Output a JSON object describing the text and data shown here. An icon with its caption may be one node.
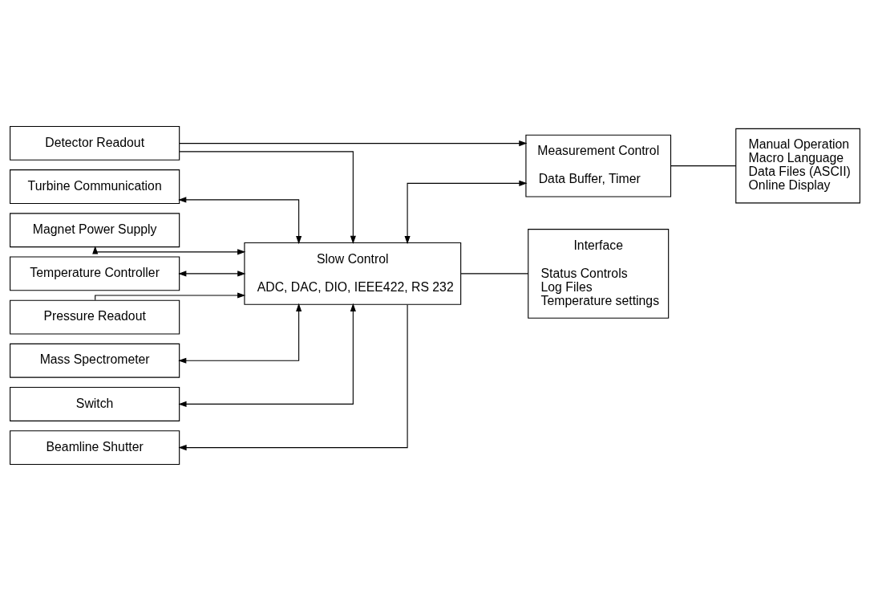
{
  "diagram": {
    "nodes": [
      {
        "text": [
          "Turbine Communication"
        ]
      },
      {
        "text": [
          "Magnet Power Supply"
        ]
      },
      {
        "text": [
          "Temperature Controller"
        ]
      },
      {
        "text": [
          "Pressure Readout"
        ]
      },
      {
        "text": [
          "Mass Spectrometer"
        ]
      },
      {
        "text": [
          "Switch"
        ]
      },
      {
        "text": [
          "Beamline Shutter"
        ]
      },
      {
        "text": [
          "Detector Readout"
        ]
      },
      {
        "text": [
          "Slow Control",
          "ADC, DAC, DIO, IEEE422, RS 232"
        ]
      },
      {
        "text": [
          "Interface",
          "Status Controls",
          "Log Files",
          "Temperature settings"
        ]
      },
      {
        "text": [
          "Measurement Control",
          "Data Buffer, Timer"
        ]
      },
      {
        "text": [
          "Manual Operation",
          "Macro Language",
          "Data Files (ASCII)",
          "Online Display"
        ]
      }
    ],
    "edges": [
      {
        "from": 0,
        "to": 8,
        "arrow": "both"
      },
      {
        "from": 1,
        "to": 8,
        "arrow": "both"
      },
      {
        "from": 2,
        "to": 8,
        "arrow": "both"
      },
      {
        "from": 3,
        "to": 8,
        "arrow": "to"
      },
      {
        "from": 4,
        "to": 8,
        "arrow": "both"
      },
      {
        "from": 5,
        "to": 8,
        "arrow": "both"
      },
      {
        "from": 8,
        "to": 6,
        "arrow": "to"
      },
      {
        "from": 7,
        "to": 8,
        "arrow": "to"
      },
      {
        "from": 7,
        "to": 10,
        "arrow": "to"
      },
      {
        "from": 8,
        "to": 10,
        "arrow": "both"
      },
      {
        "from": 8,
        "to": 9,
        "arrow": "none"
      },
      {
        "from": 10,
        "to": 11,
        "arrow": "none"
      }
    ]
  }
}
